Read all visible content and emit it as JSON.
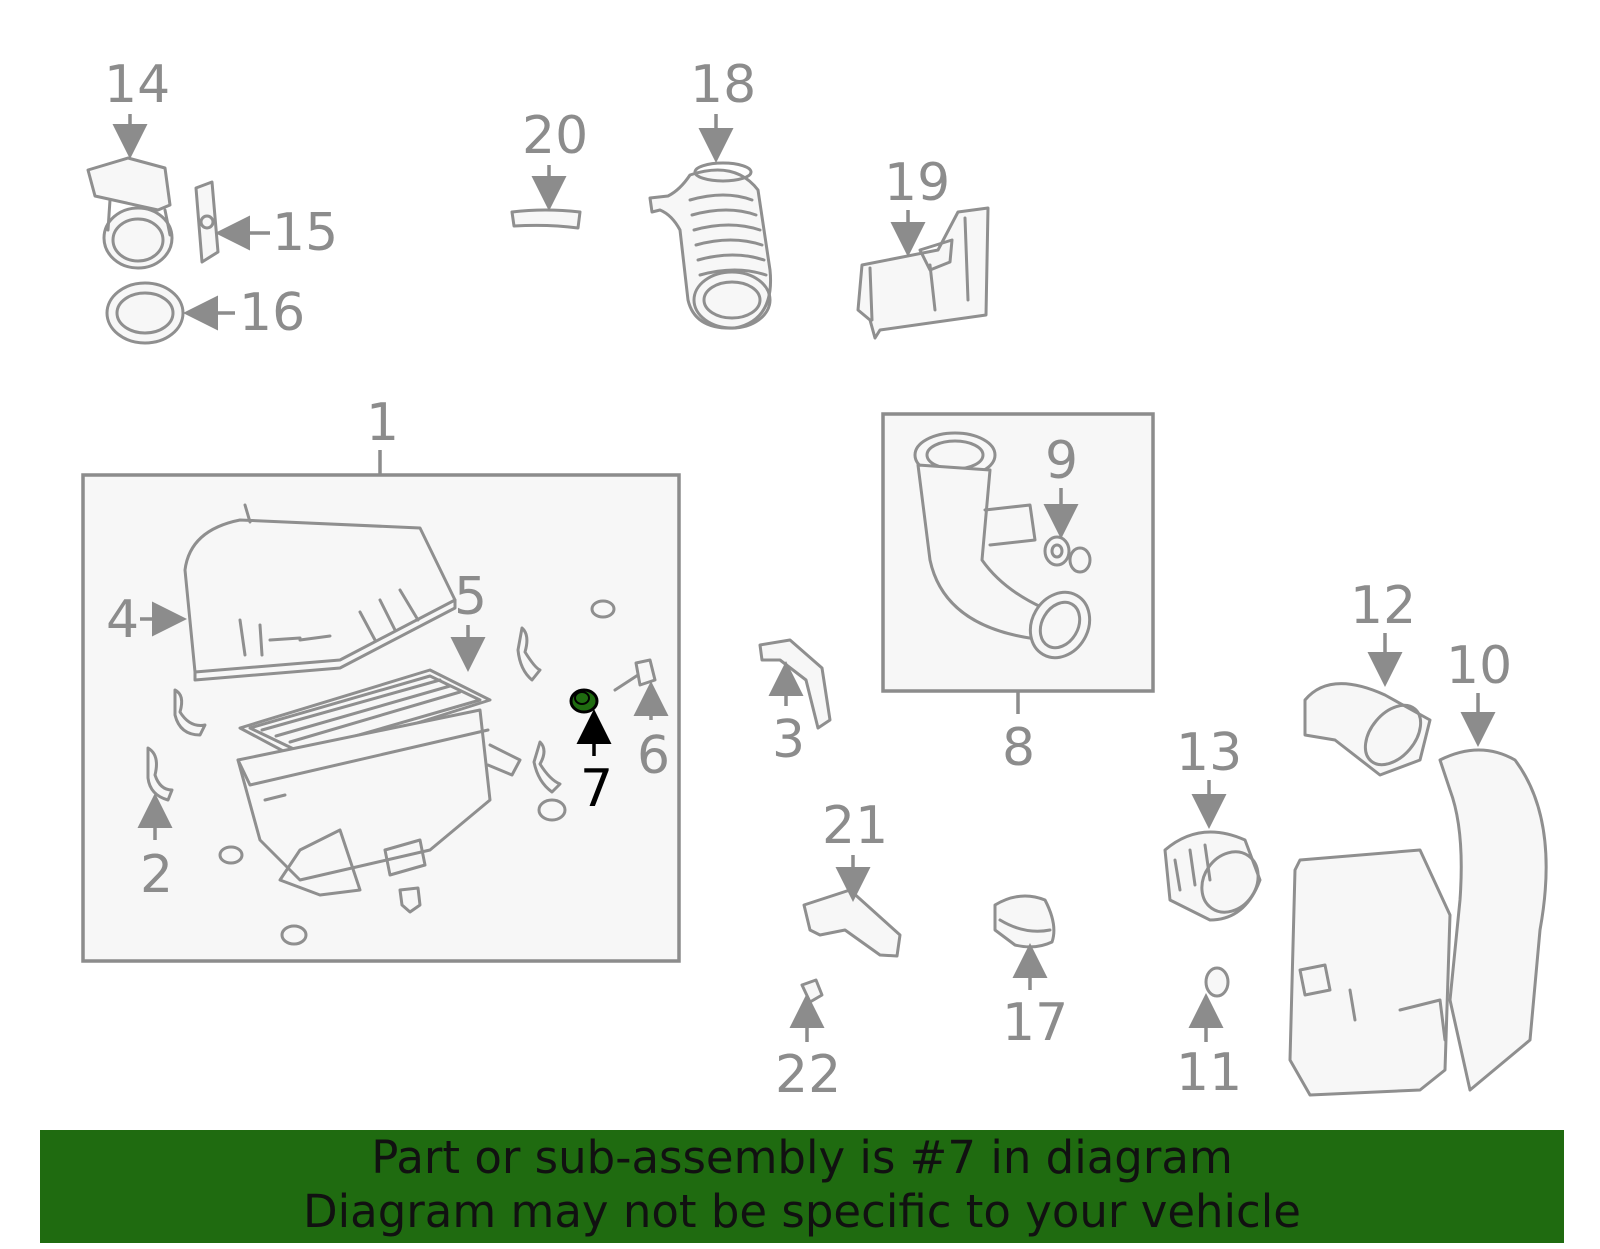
{
  "banner": {
    "line1": "Part or sub-assembly is #7 in diagram",
    "line2": "Diagram may not be specific to your vehicle",
    "background": "#1f6b10"
  },
  "highlight": {
    "part": "7",
    "color": "#1f6b10"
  },
  "callouts": {
    "c1": "1",
    "c2": "2",
    "c3": "3",
    "c4": "4",
    "c5": "5",
    "c6": "6",
    "c7": "7",
    "c8": "8",
    "c9": "9",
    "c10": "10",
    "c11": "11",
    "c12": "12",
    "c13": "13",
    "c14": "14",
    "c15": "15",
    "c16": "16",
    "c17": "17",
    "c18": "18",
    "c19": "19",
    "c20": "20",
    "c21": "21",
    "c22": "22"
  }
}
